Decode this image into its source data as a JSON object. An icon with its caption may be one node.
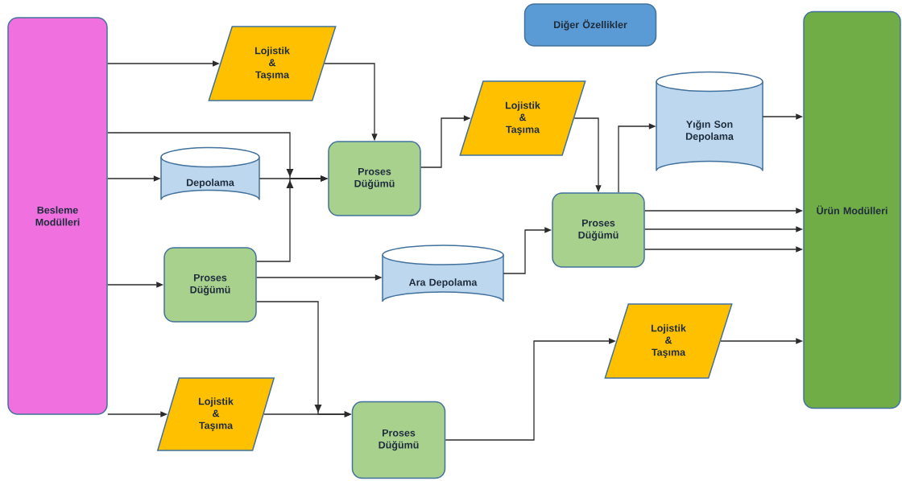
{
  "diagram": {
    "nodes": [
      {
        "text": [
          "Besleme Modülleri"
        ]
      },
      {
        "text": [
          "Lojistik & Taşıma"
        ]
      },
      {
        "text": [
          "Diğer Özellikler"
        ]
      },
      {
        "text": [
          "Ürün Modülleri"
        ]
      },
      {
        "text": [
          "Depolama"
        ]
      },
      {
        "text": [
          "Proses Düğümü"
        ]
      },
      {
        "text": [
          "Lojistik & Taşıma"
        ]
      },
      {
        "text": [
          "Yığın Son Depolama"
        ]
      },
      {
        "text": [
          "Proses Düğümü"
        ]
      },
      {
        "text": [
          "Proses Düğümü"
        ]
      },
      {
        "text": [
          "Ara Depolama"
        ]
      },
      {
        "text": [
          "Lojistik & Taşıma"
        ]
      },
      {
        "text": [
          "Lojistik & Taşıma"
        ]
      },
      {
        "text": [
          "Proses Düğümü"
        ]
      }
    ],
    "edges": [
      {
        "from": 0,
        "to": 1,
        "arrow": "to"
      },
      {
        "from": 1,
        "to": 5,
        "arrow": "to"
      },
      {
        "from": 0,
        "to": 5,
        "arrow": "to"
      },
      {
        "from": 0,
        "to": 4,
        "arrow": "to"
      },
      {
        "from": 4,
        "to": 5,
        "arrow": "to"
      },
      {
        "from": 9,
        "to": 5,
        "arrow": "to"
      },
      {
        "from": 0,
        "to": 9,
        "arrow": "to"
      },
      {
        "from": 0,
        "to": 12,
        "arrow": "to"
      },
      {
        "from": 5,
        "to": 6,
        "arrow": "to"
      },
      {
        "from": 6,
        "to": 8,
        "arrow": "to"
      },
      {
        "from": 8,
        "to": 7,
        "arrow": "to"
      },
      {
        "from": 7,
        "to": 3,
        "arrow": "to"
      },
      {
        "from": 8,
        "to": 3,
        "arrow": "to"
      },
      {
        "from": 8,
        "to": 3,
        "arrow": "to"
      },
      {
        "from": 8,
        "to": 3,
        "arrow": "to"
      },
      {
        "from": 9,
        "to": 10,
        "arrow": "to"
      },
      {
        "from": 10,
        "to": 8,
        "arrow": "to"
      },
      {
        "from": 9,
        "to": 13,
        "arrow": "to"
      },
      {
        "from": 12,
        "to": 13,
        "arrow": "to"
      },
      {
        "from": 13,
        "to": 11,
        "arrow": "to"
      },
      {
        "from": 11,
        "to": 3,
        "arrow": "to"
      }
    ]
  }
}
